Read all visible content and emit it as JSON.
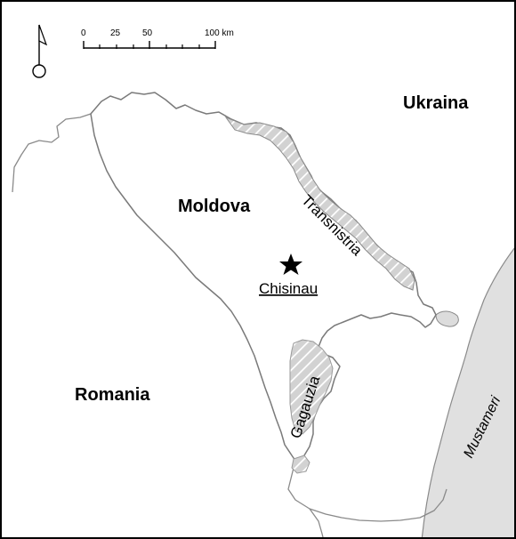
{
  "map": {
    "labels": {
      "ukraine": "Ukraina",
      "moldova": "Moldova",
      "romania": "Romania",
      "transnistria": "Transnistria",
      "capital": "Chisinau",
      "gagauzia": "Gagauzia",
      "sea": "Mustameri"
    },
    "scale_bar": {
      "tick_0": "0",
      "tick_25": "25",
      "tick_50": "50",
      "tick_100": "100 km"
    },
    "colors": {
      "border": "#7a7a7a",
      "region_fill": "#d4d4d4",
      "sea_fill": "#e0e0e0",
      "frame": "#000000",
      "capital_marker": "#000000"
    },
    "icons": {
      "north_arrow": "north-arrow-icon",
      "capital": "star-icon"
    }
  }
}
